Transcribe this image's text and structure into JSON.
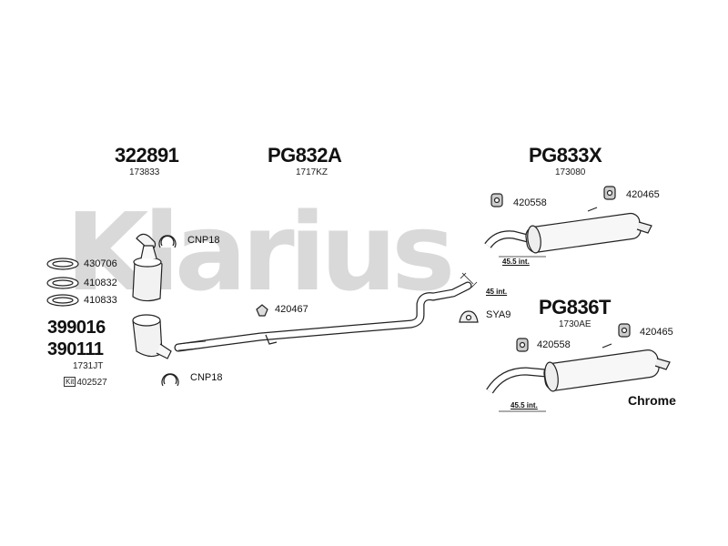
{
  "watermark": "Klarius",
  "groups": {
    "g1": {
      "code": "322891",
      "ref": "173833"
    },
    "g2": {
      "code": "PG832A",
      "ref": "1717KZ"
    },
    "g3": {
      "code": "PG833X",
      "ref": "173080"
    },
    "g4": {
      "code": "PG836T",
      "ref": "1730AE"
    },
    "g5": {
      "code1": "399016",
      "code2": "390111",
      "ref": "1731JT",
      "kit_label": "Kit",
      "kit_ref": "402527"
    }
  },
  "parts": {
    "gasket1": "430706",
    "gasket2": "410832",
    "gasket3": "410833",
    "clamp_top": "CNP18",
    "clamp_bottom": "CNP18",
    "bracket_mid": "420467",
    "hanger_sya": "SYA9",
    "rubber_a1": "420558",
    "rubber_a2": "420465",
    "rubber_b1": "420558",
    "rubber_b2": "420465"
  },
  "dims": {
    "d1": "45.5 int.",
    "d2": "45 int.",
    "d3": "45.5 int."
  },
  "finish": "Chrome"
}
